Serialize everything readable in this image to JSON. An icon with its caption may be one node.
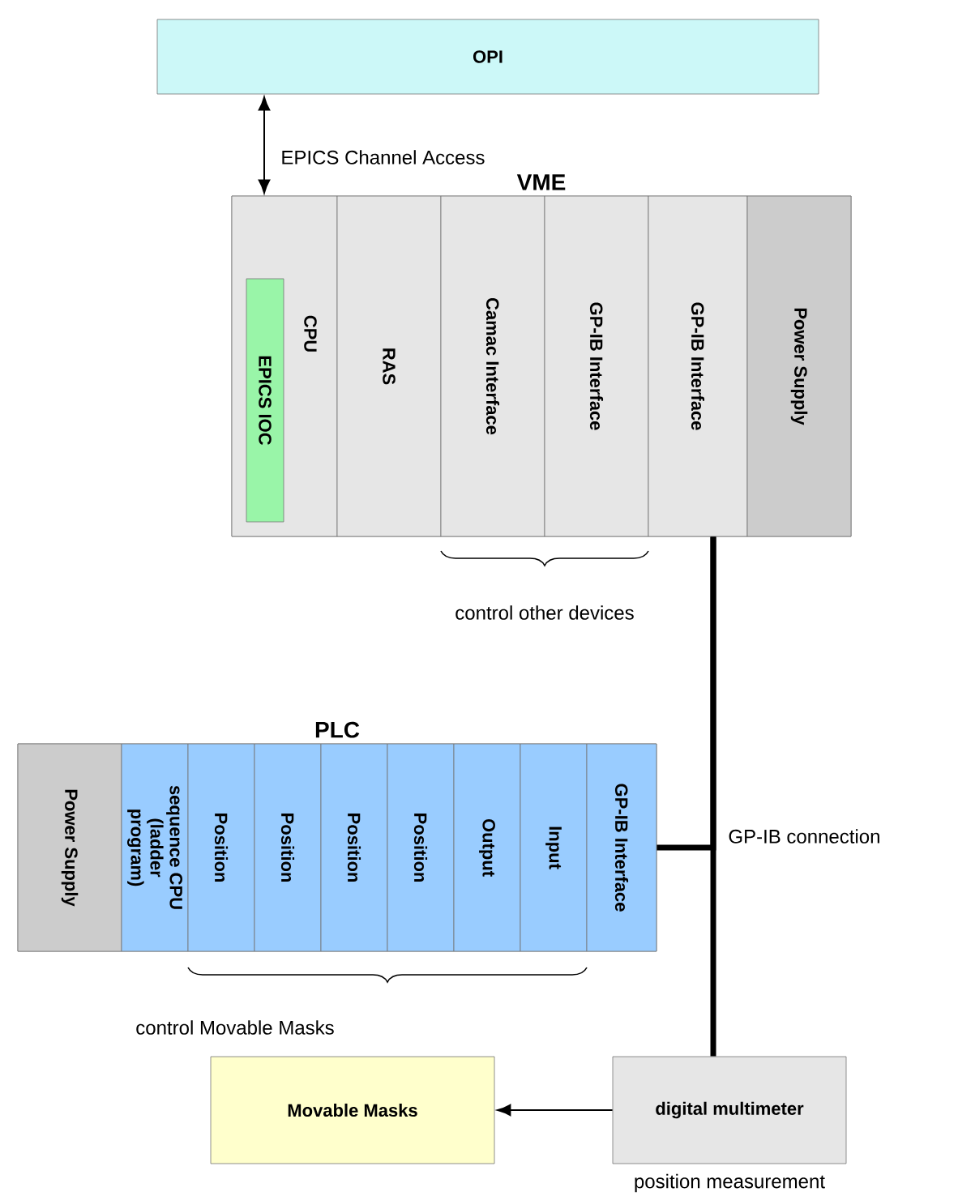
{
  "diagram": {
    "nodes": [
      {
        "text": [
          "OPI"
        ]
      },
      {
        "text": [
          "VME"
        ]
      },
      {
        "text": [
          "CPU"
        ],
        "in": 1
      },
      {
        "text": [
          "EPICS IOC"
        ],
        "in": 2
      },
      {
        "text": [
          "RAS"
        ],
        "in": 1
      },
      {
        "text": [
          "Camac Interface"
        ],
        "in": 1
      },
      {
        "text": [
          "GP-IB Interface"
        ],
        "in": 1
      },
      {
        "text": [
          "GP-IB Interface"
        ],
        "in": 1
      },
      {
        "text": [
          "Power Supply"
        ],
        "in": 1
      },
      {
        "text": [
          "PLC"
        ]
      },
      {
        "text": [
          "Power Supply"
        ],
        "in": 9
      },
      {
        "text": [
          "sequence CPU (ladder program)"
        ],
        "in": 9
      },
      {
        "text": [
          "Position"
        ],
        "in": 9
      },
      {
        "text": [
          "Position"
        ],
        "in": 9
      },
      {
        "text": [
          "Position"
        ],
        "in": 9
      },
      {
        "text": [
          "Position"
        ],
        "in": 9
      },
      {
        "text": [
          "Output"
        ],
        "in": 9
      },
      {
        "text": [
          "Input"
        ],
        "in": 9
      },
      {
        "text": [
          "GP-IB Interface"
        ],
        "in": 9
      },
      {
        "text": [
          "Movable Masks"
        ]
      },
      {
        "text": [
          "digital multimeter"
        ]
      }
    ],
    "edges": [
      {
        "from": 0,
        "to": 2,
        "arrow": "both",
        "label": "EPICS Channel Access"
      },
      {
        "from": 7,
        "to": 20,
        "arrow": "none",
        "style": "thick",
        "label": "GP-IB connection"
      },
      {
        "from": 18,
        "to": 7,
        "arrow": "none",
        "style": "thick"
      },
      {
        "from": 20,
        "to": 19,
        "arrow": "to",
        "label": "position measurement"
      }
    ],
    "labels": [
      "control other devices",
      "control Movable Masks"
    ]
  }
}
